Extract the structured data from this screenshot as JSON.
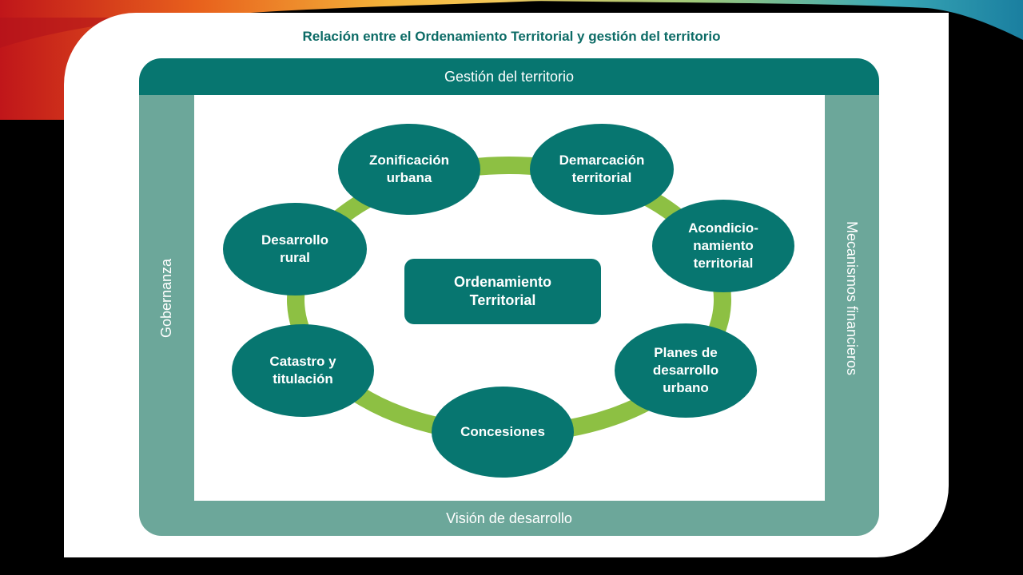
{
  "title": "Relación entre el Ordenamiento Territorial y gestión del territorio",
  "frame": {
    "top": "Gestión del territorio",
    "bottom": "Visión de desarrollo",
    "left": "Gobernanza",
    "right": "Mecanismos financieros"
  },
  "center": "Ordenamiento\nTerritorial",
  "nodes": [
    "Zonificación\nurbana",
    "Demarcación\nterritorial",
    "Acondicio-\nnamiento\nterritorial",
    "Planes de\ndesarrollo\nurbano",
    "Concesiones",
    "Catastro y\ntitulación",
    "Desarrollo\nrural"
  ],
  "colors": {
    "node": "#077670",
    "ring": "#8dc043",
    "frame_dark": "#077670",
    "frame_light": "#6ca79a",
    "title": "#0c6b66"
  }
}
